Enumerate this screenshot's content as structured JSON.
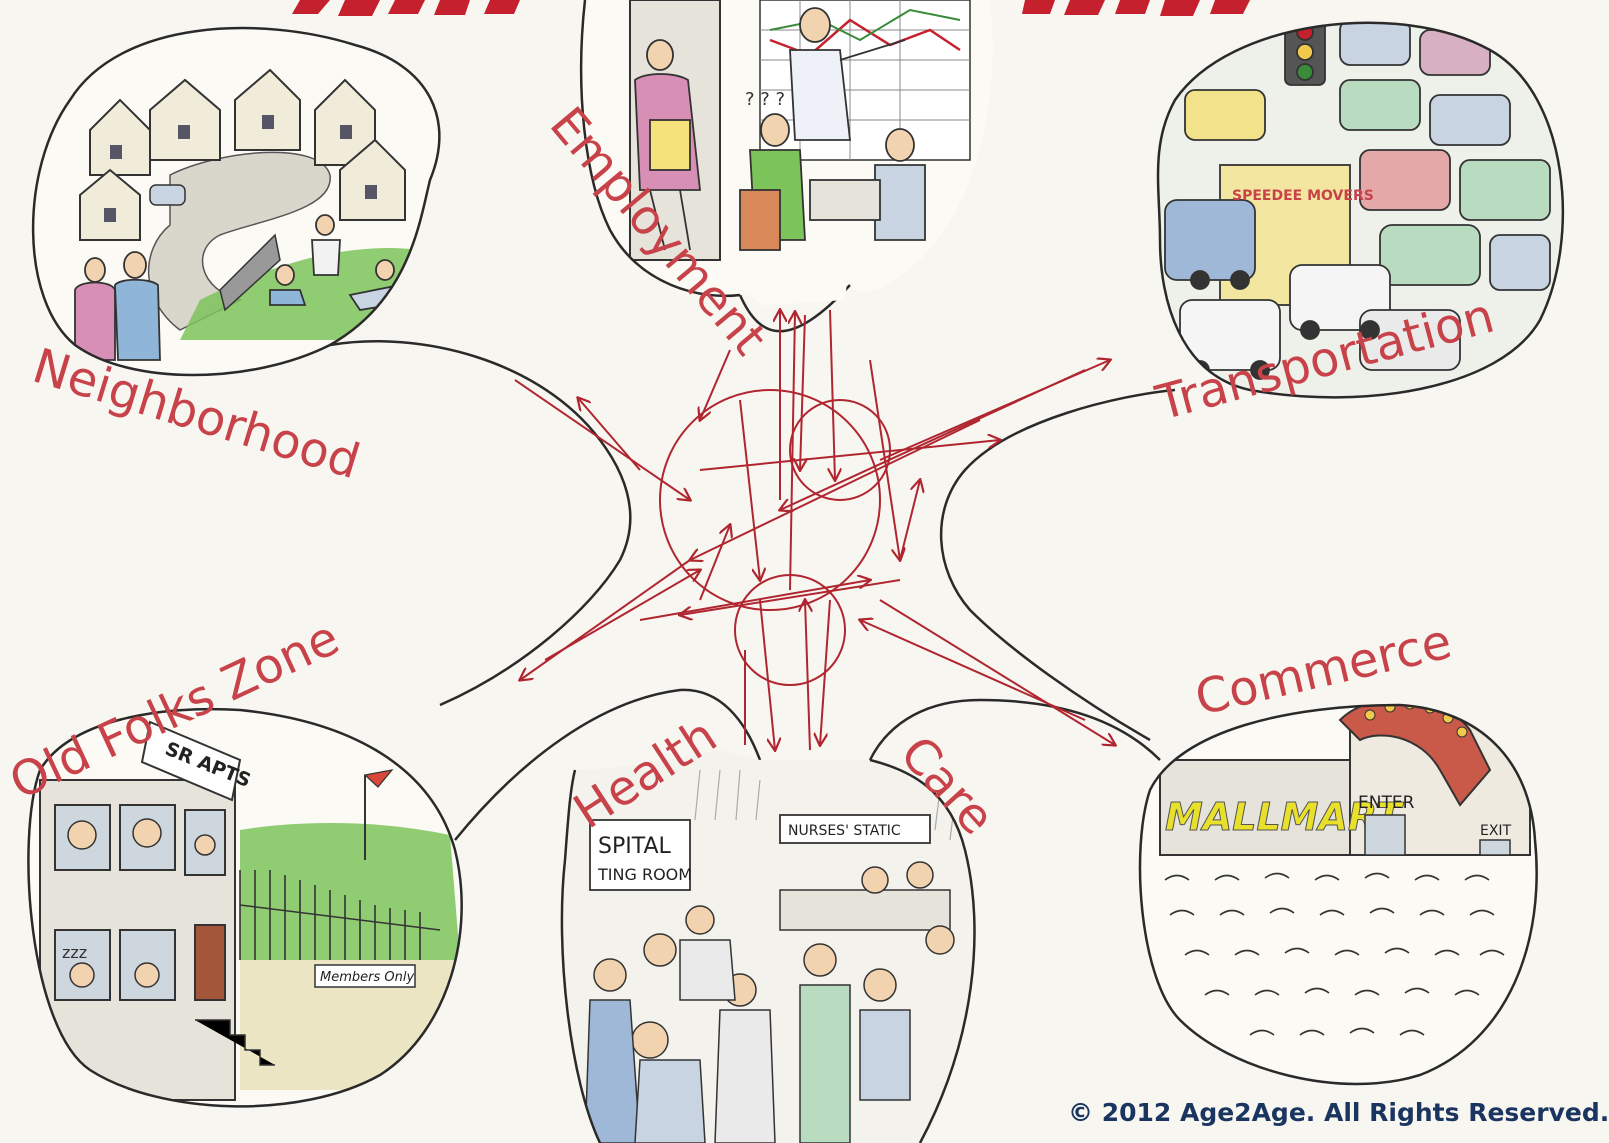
{
  "labels": {
    "neighborhood": "Neighborhood",
    "employment": "Employment",
    "transportation": "Transportation",
    "old_folks_zone": "Old Folks Zone",
    "health": "Health",
    "care": "Care",
    "commerce": "Commerce"
  },
  "signs": {
    "sr_apts": "SR APTS",
    "members_only": "Members Only",
    "hospital": "SPITAL",
    "waiting_room": "TING ROOM",
    "nurses_station": "NURSES' STATIC",
    "mallmart": "MALLMART",
    "enter": "ENTER",
    "exit": "EXIT",
    "truck": "SPEEDEE MOVERS",
    "confusion": "? ? ?",
    "snore": "zzz"
  },
  "copyright": "© 2012 Age2Age. All Rights Reserved.",
  "colors": {
    "label": "#c8424a",
    "arrow": "#b02630",
    "outline": "#2a2a2a",
    "background": "#f8f6f0",
    "grass": "#7cc35a",
    "copyright": "#1a3560"
  }
}
